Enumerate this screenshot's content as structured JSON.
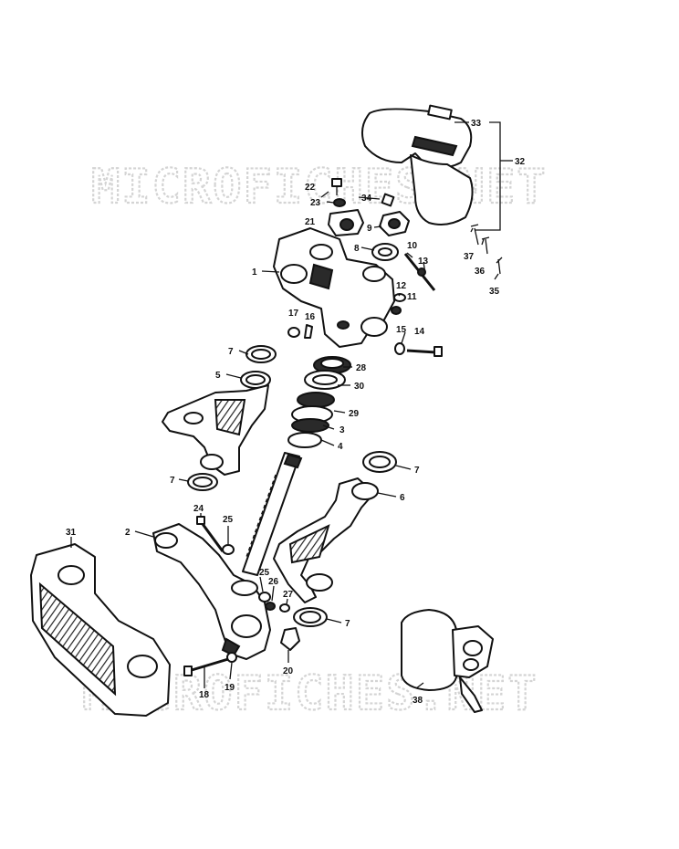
{
  "watermark": {
    "text": "MICROFICHES.NET"
  },
  "callouts": [
    "1",
    "2",
    "3",
    "4",
    "5",
    "6",
    "7",
    "8",
    "9",
    "10",
    "11",
    "12",
    "13",
    "14",
    "15",
    "16",
    "17",
    "18",
    "19",
    "20",
    "21",
    "22",
    "23",
    "24",
    "25",
    "26",
    "27",
    "28",
    "29",
    "30",
    "31",
    "32",
    "33",
    "34",
    "35",
    "36",
    "37",
    "38"
  ],
  "colors": {
    "ink": "#111111",
    "paper": "#ffffff",
    "watermark": "#d4d4d4"
  }
}
